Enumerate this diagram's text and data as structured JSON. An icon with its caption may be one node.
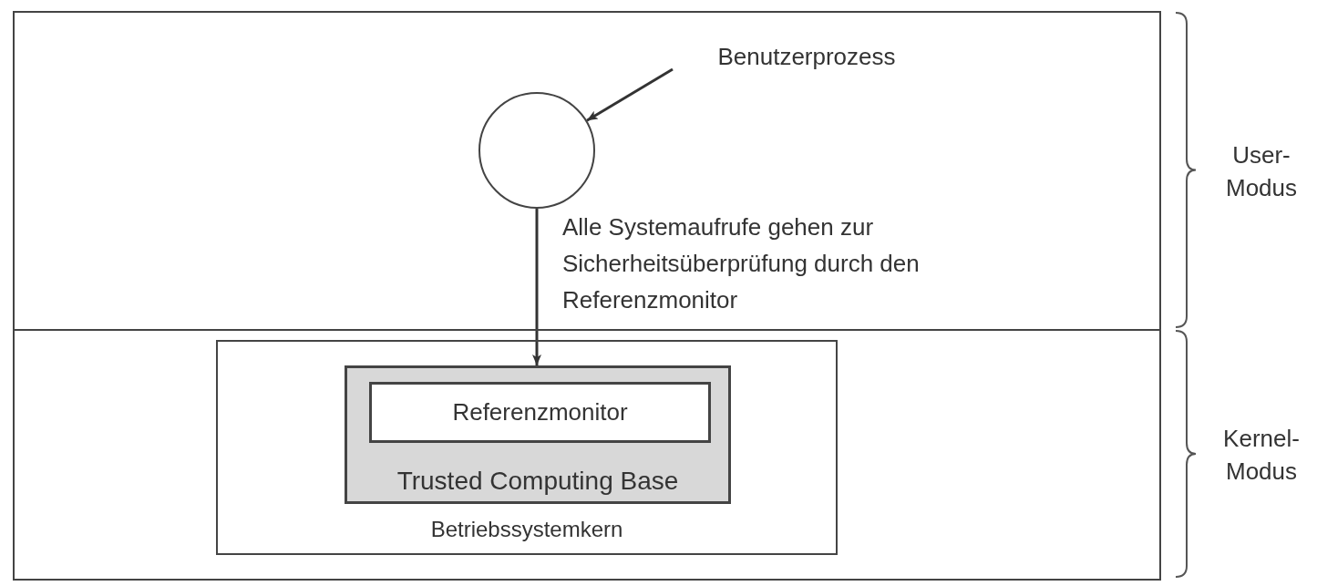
{
  "diagram": {
    "nodes": [
      {
        "text": [],
        "shape": "box",
        "beside": [
          "User- Modus"
        ]
      },
      {
        "text": [],
        "shape": "circle",
        "in": 0
      },
      {
        "text": [
          "Benutzerprozess"
        ],
        "in": 0
      },
      {
        "text": [],
        "shape": "box",
        "beside": [
          "Kernel- Modus"
        ]
      },
      {
        "text": [
          "Betriebssystemkern"
        ],
        "in": 3
      },
      {
        "text": [
          "Trusted Computing Base"
        ],
        "in": 4
      },
      {
        "text": [
          "Referenzmonitor"
        ],
        "in": 5
      }
    ],
    "edges": [
      {
        "from": 2,
        "to": 1,
        "arrow": "to"
      },
      {
        "from": 1,
        "to": 5,
        "arrow": "to",
        "label": "Alle Systemaufrufe gehen zur Sicherheitsüberprüfung durch den Referenzmonitor"
      }
    ]
  }
}
